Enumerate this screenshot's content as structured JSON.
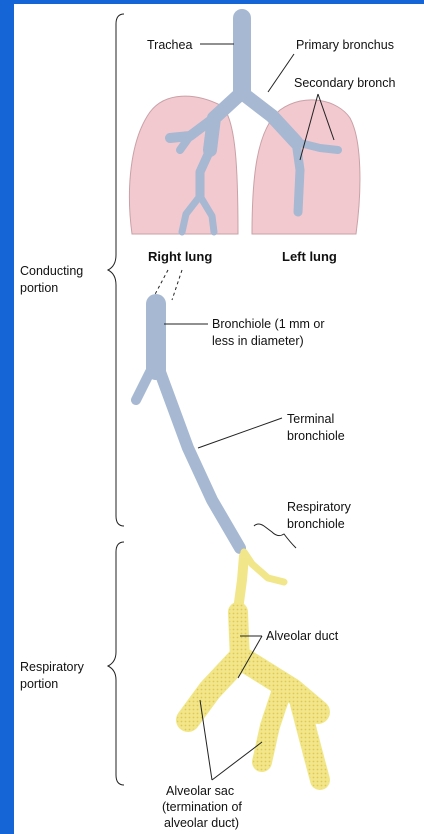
{
  "labels": {
    "trachea": "Trachea",
    "primary_bronchus": "Primary bronchus",
    "secondary_bronchus": "Secondary bronch",
    "right_lung": "Right lung",
    "left_lung": "Left lung",
    "conducting_line1": "Conducting",
    "conducting_line2": "portion",
    "bronchiole_line1": "Bronchiole (1 mm or",
    "bronchiole_line2": "less in diameter)",
    "terminal_line1": "Terminal",
    "terminal_line2": "bronchiole",
    "respiratory_bronchiole_line1": "Respiratory",
    "respiratory_bronchiole_line2": "bronchiole",
    "alveolar_duct": "Alveolar duct",
    "respiratory_line1": "Respiratory",
    "respiratory_line2": "portion",
    "alveolar_sac_line1": "Alveolar sac",
    "alveolar_sac_line2": "(termination of",
    "alveolar_sac_line3": "alveolar duct)"
  },
  "colors": {
    "background": "#1565d6",
    "panel": "#ffffff",
    "lung": "#f2c9cf",
    "airway": "#a6b8d2",
    "alveoli": "#f2e68a",
    "alveoli_dots": "#d9c64a",
    "line": "#222222"
  }
}
